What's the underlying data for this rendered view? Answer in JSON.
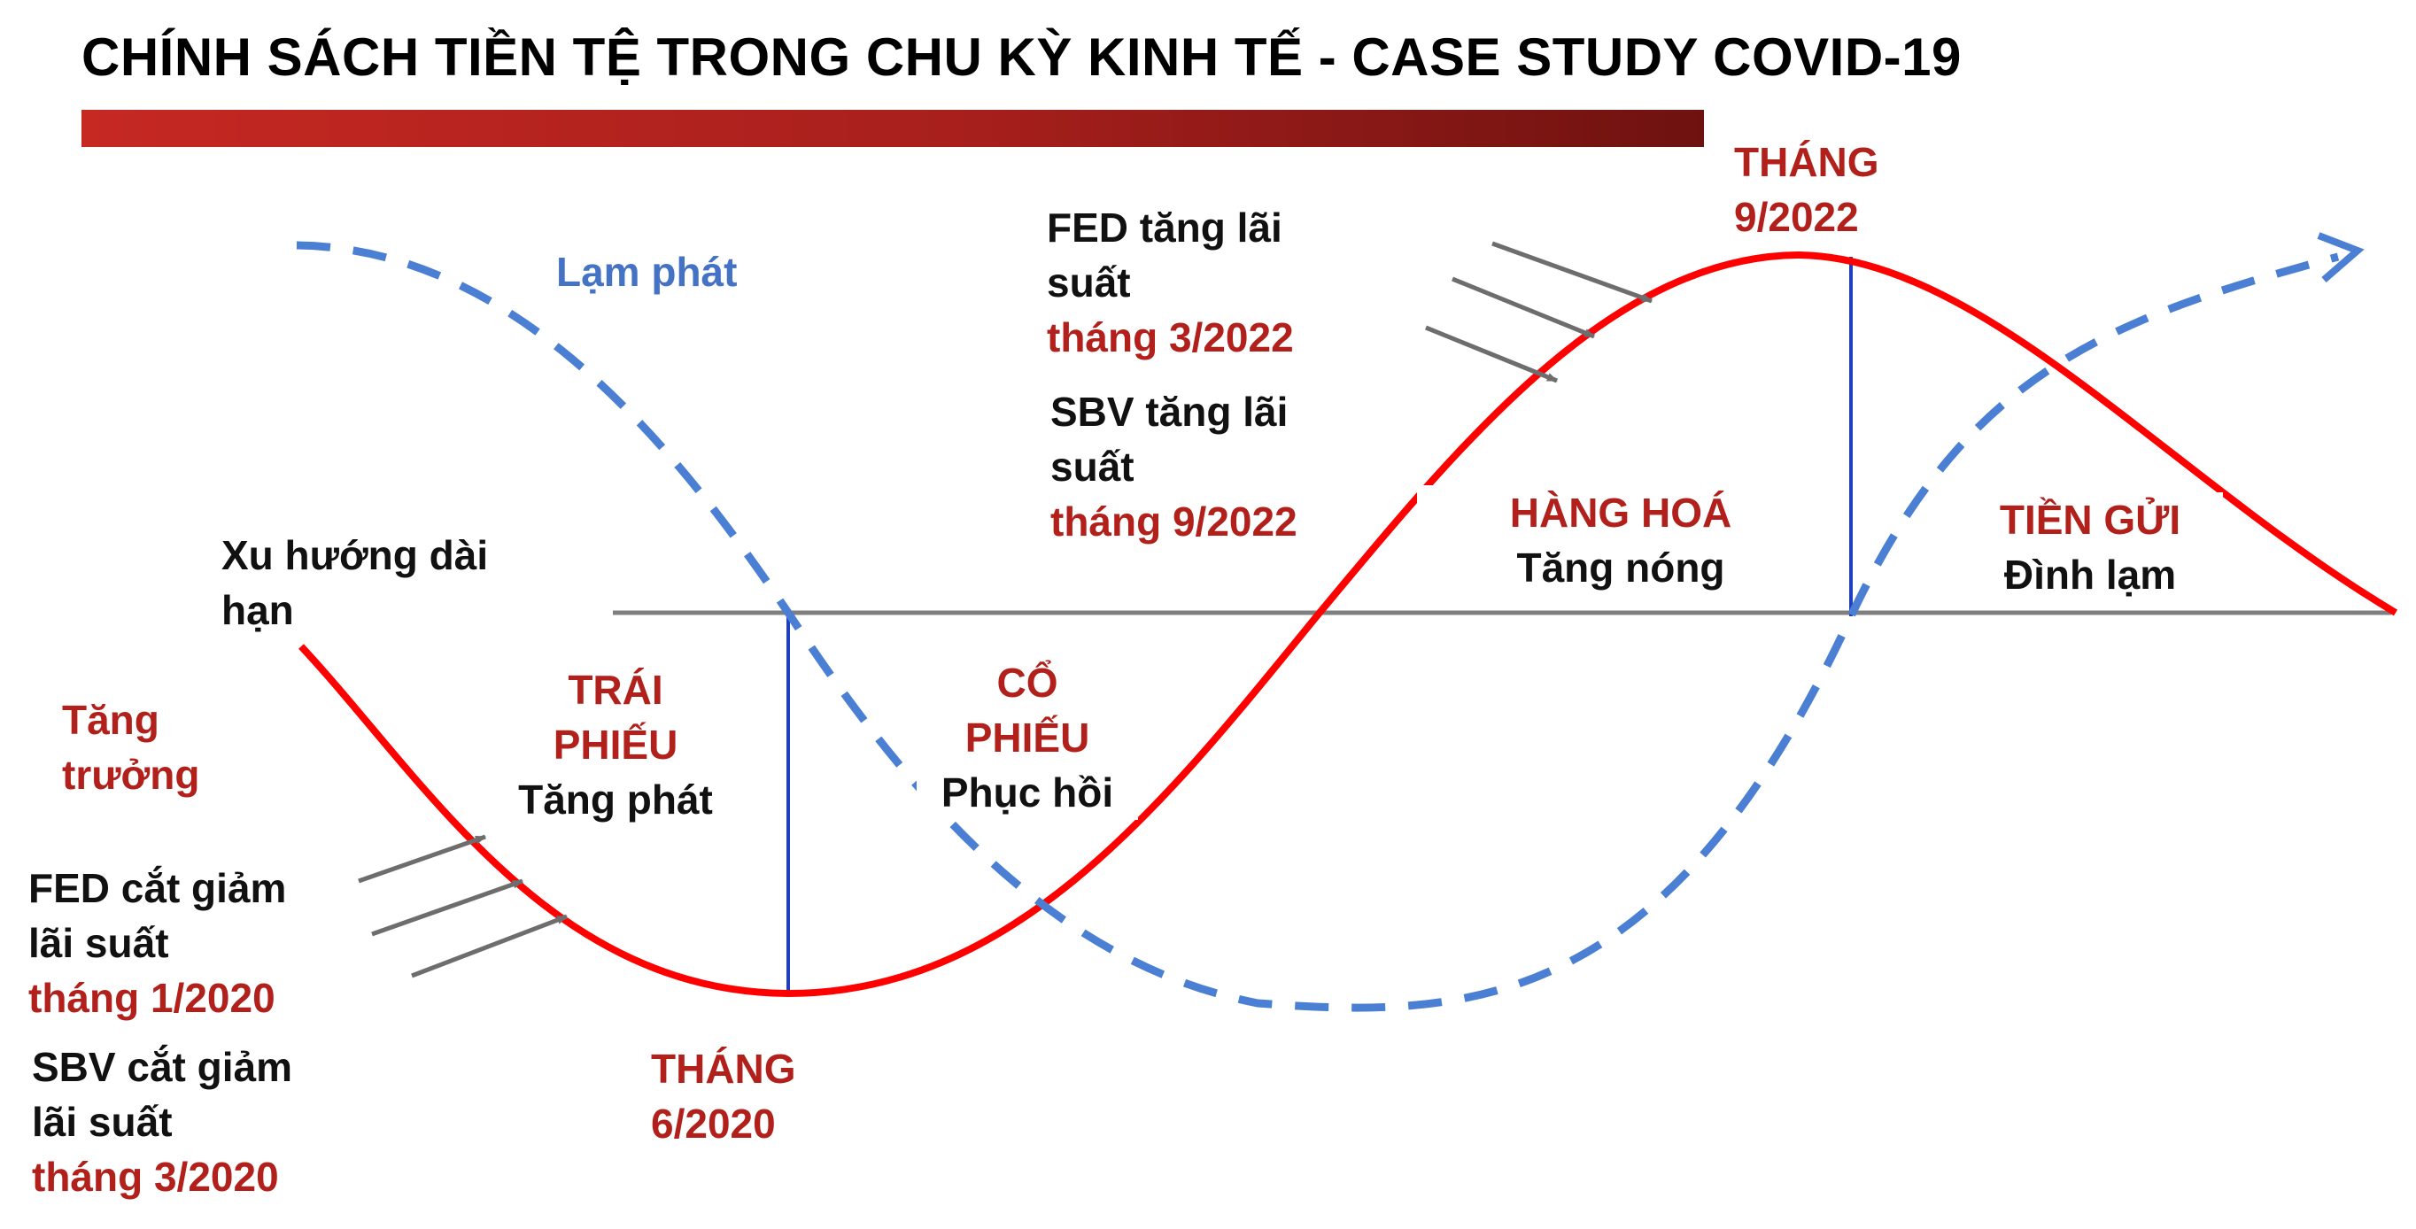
{
  "title": "CHÍNH SÁCH TIỀN TỆ TRONG CHU KỲ KINH TẾ - CASE STUDY COVID-19",
  "colors": {
    "growth_curve": "#ff0000",
    "inflation_curve": "#4a7fd4",
    "trend_line": "#7f7f7f",
    "marker_line": "#1f3fbf",
    "label_red": "#b1201b",
    "label_blue": "#4472c4"
  },
  "labels": {
    "inflation": "Lạm phát",
    "trend_line1": "Xu hướng dài",
    "trend_line2": "hạn",
    "growth_line1": "Tăng",
    "growth_line2": "trưởng",
    "bonds_title1": "TRÁI",
    "bonds_title2": "PHIẾU",
    "bonds_sub": "Tăng phát",
    "stocks_title1": "CỔ",
    "stocks_title2": "PHIẾU",
    "stocks_sub": "Phục hồi",
    "commodities_title": "HÀNG HOÁ",
    "commodities_sub": "Tăng nóng",
    "deposits_title": "TIỀN GỬI",
    "deposits_sub": "Đình lạm",
    "trough_line1": "THÁNG",
    "trough_line2": "6/2020",
    "peak_line1": "THÁNG",
    "peak_line2": "9/2022"
  },
  "events": {
    "fed_cut_line1": "FED cắt giảm",
    "fed_cut_line2": "lãi suất",
    "fed_cut_date": "tháng 1/2020",
    "sbv_cut_line1": "SBV cắt giảm",
    "sbv_cut_line2": "lãi suất",
    "sbv_cut_date": "tháng 3/2020",
    "fed_hike_line1": "FED tăng lãi",
    "fed_hike_line2": "suất",
    "fed_hike_date": "tháng 3/2022",
    "sbv_hike_line1": "SBV tăng lãi",
    "sbv_hike_line2": "suất",
    "sbv_hike_date": "tháng 9/2022"
  }
}
